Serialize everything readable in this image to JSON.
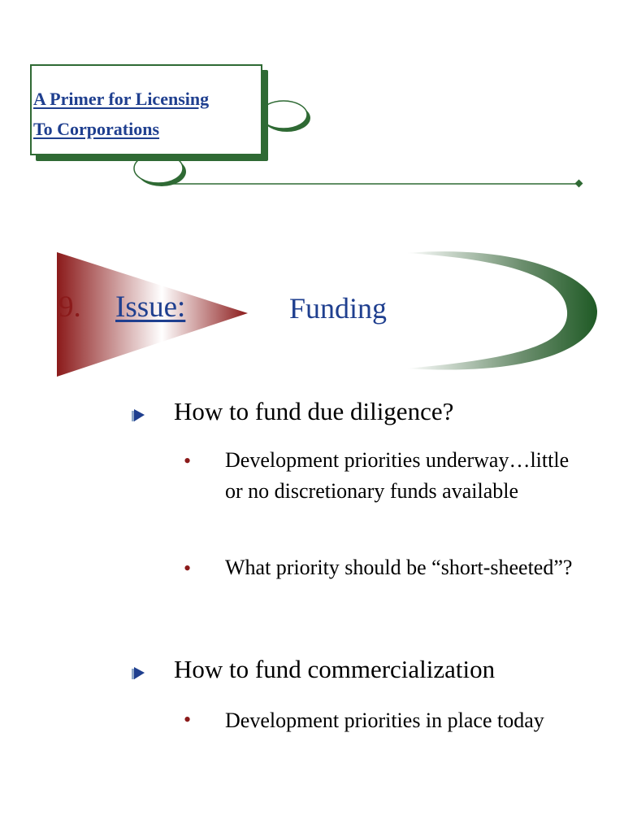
{
  "header": {
    "line1": "A Primer for Licensing",
    "line2": "To Corporations"
  },
  "title": {
    "number": "9.",
    "label": "Issue:",
    "topic": "Funding"
  },
  "sections": [
    {
      "heading": "How to fund due diligence?",
      "items": [
        "Development priorities underway…little or no discretionary funds available",
        "What priority should be “short-sheeted”?"
      ]
    },
    {
      "heading": "How to fund commercialization",
      "items": [
        "Development priorities in place today"
      ]
    }
  ],
  "colors": {
    "accent_green": "#2f6a34",
    "accent_red": "#8b1a1a",
    "link_blue": "#1f3f8f"
  }
}
